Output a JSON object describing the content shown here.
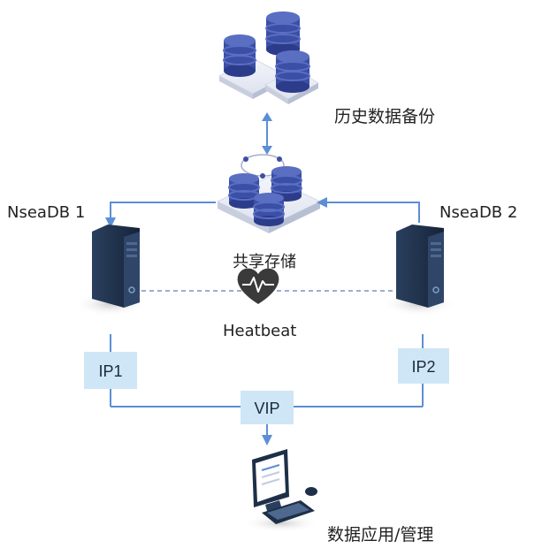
{
  "labels": {
    "history_backup": "历史数据备份",
    "shared_storage": "共享存储",
    "node1": "NseaDB 1",
    "node2": "NseaDB 2",
    "heartbeat": "Heatbeat",
    "ip1": "IP1",
    "ip2": "IP2",
    "vip": "VIP",
    "app_management": "数据应用/管理"
  },
  "colors": {
    "db_blue": "#3b4fa6",
    "db_blue_dark": "#2c3c8a",
    "db_blue_light": "#5a6ec2",
    "line_blue": "#5b8fd6",
    "box_fill": "#cfe6f6",
    "server_dark": "#1e2f47",
    "heart_gray": "#3a3a3a"
  },
  "icons": {
    "backup": "database-stack-icon",
    "storage": "shared-storage-icon",
    "server": "server-icon",
    "heartbeat": "heart-pulse-icon",
    "workstation": "computer-icon"
  }
}
